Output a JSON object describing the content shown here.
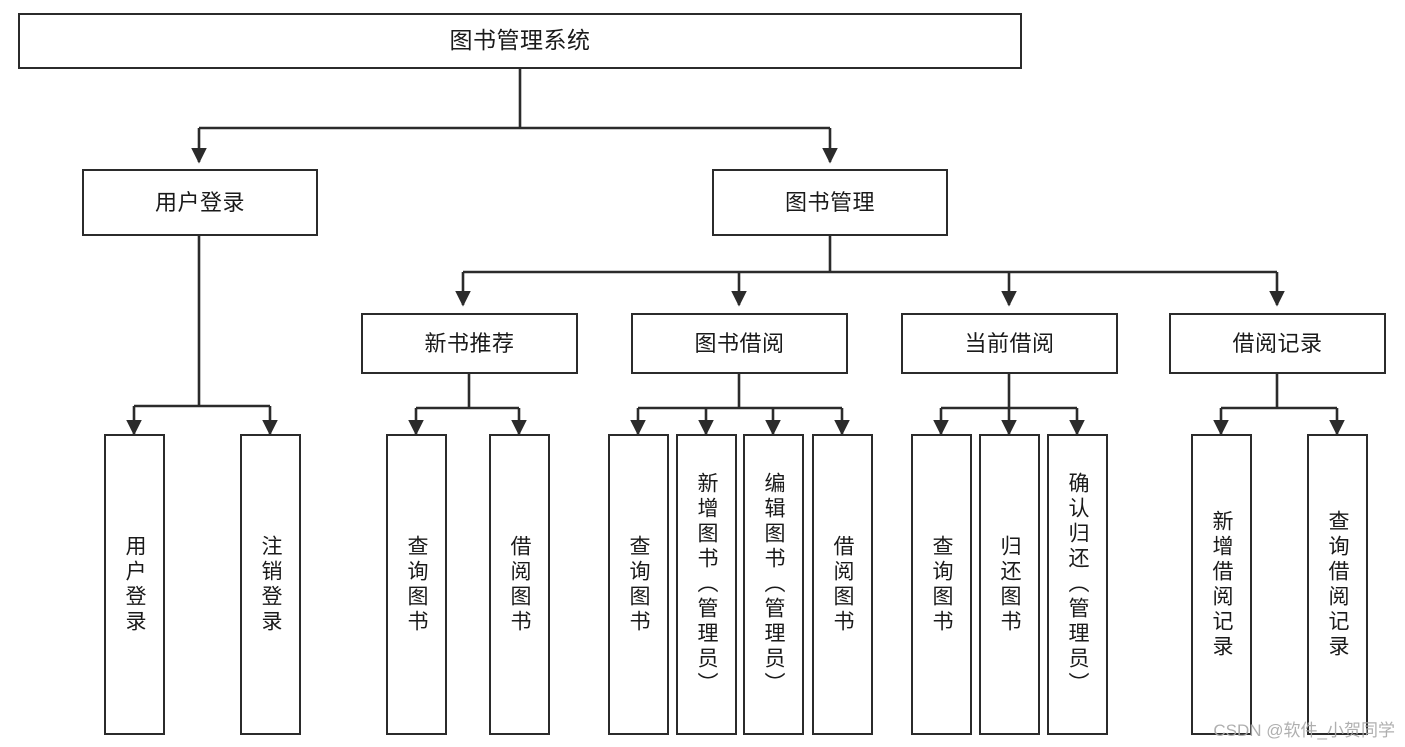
{
  "diagram": {
    "title": "图书管理系统",
    "type": "hierarchy-tree",
    "orientation": "top-down",
    "colors": {
      "box_border": "#2b2b2b",
      "box_fill": "#ffffff",
      "connector": "#2b2b2b",
      "text": "#1a1a1a",
      "watermark": "#a9a9a9"
    },
    "nodes": {
      "root": {
        "label": "图书管理系统",
        "level": 1
      },
      "level2": [
        {
          "id": "user-login",
          "label": "用户登录"
        },
        {
          "id": "book-manage",
          "label": "图书管理"
        }
      ],
      "level3": [
        {
          "id": "new-book-recommend",
          "label": "新书推荐"
        },
        {
          "id": "book-borrow",
          "label": "图书借阅"
        },
        {
          "id": "current-borrow",
          "label": "当前借阅"
        },
        {
          "id": "borrow-record",
          "label": "借阅记录"
        }
      ],
      "leaves": {
        "user-login": [
          {
            "id": "leaf-user-login",
            "label": "用户登录"
          },
          {
            "id": "leaf-logout-login",
            "label": "注销登录"
          }
        ],
        "new-book-recommend": [
          {
            "id": "leaf-query-book-1",
            "label": "查询图书"
          },
          {
            "id": "leaf-borrow-book-1",
            "label": "借阅图书"
          }
        ],
        "book-borrow": [
          {
            "id": "leaf-query-book-2",
            "label": "查询图书"
          },
          {
            "id": "leaf-add-book-admin",
            "label": "新增图书（管理员）"
          },
          {
            "id": "leaf-edit-book-admin",
            "label": "编辑图书（管理员）"
          },
          {
            "id": "leaf-borrow-book-2",
            "label": "借阅图书"
          }
        ],
        "current-borrow": [
          {
            "id": "leaf-query-book-3",
            "label": "查询图书"
          },
          {
            "id": "leaf-return-book",
            "label": "归还图书"
          },
          {
            "id": "leaf-confirm-return-admin",
            "label": "确认归还（管理员）"
          }
        ],
        "borrow-record": [
          {
            "id": "leaf-add-borrow-record",
            "label": "新增借阅记录"
          },
          {
            "id": "leaf-query-borrow-record",
            "label": "查询借阅记录"
          }
        ]
      }
    },
    "watermark": "CSDN @软件_小贺同学"
  }
}
